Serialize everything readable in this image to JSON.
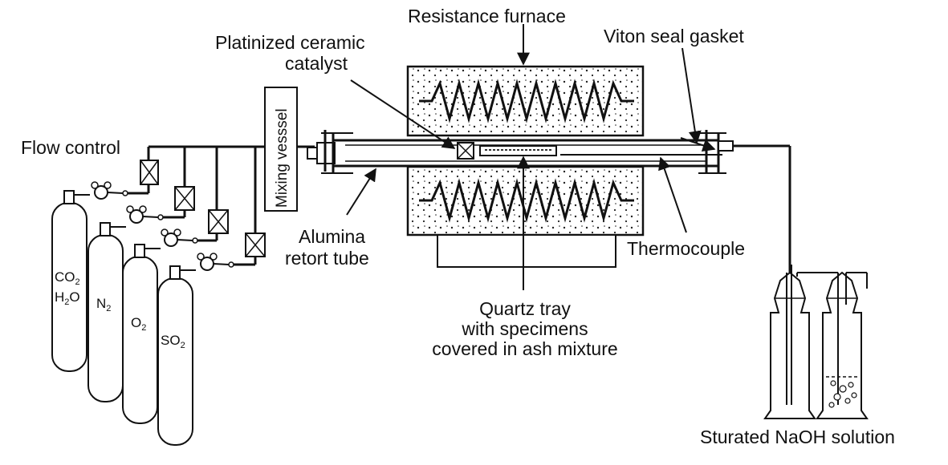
{
  "labels": {
    "resistance_furnace": "Resistance furnace",
    "platinized_line1": "Platinized ceramic",
    "platinized_line2": "catalyst",
    "viton_seal": "Viton seal gasket",
    "flow_control": "Flow control",
    "mixing_vessel": "Mixing vesssel",
    "alumina_line1": "Alumina",
    "alumina_line2": "retort tube",
    "thermocouple": "Thermocouple",
    "quartz_line1": "Quartz tray",
    "quartz_line2": "with specimens",
    "quartz_line3": "covered in ash mixture",
    "naoh": "Sturated NaOH solution"
  },
  "cylinders": {
    "c1_line1": "CO",
    "c1_sub1": "2",
    "c1_line2a": "H",
    "c1_sub2": "2",
    "c1_line2b": "O",
    "c2": "N",
    "c2_sub": "2",
    "c3": "O",
    "c3_sub": "2",
    "c4": "SO",
    "c4_sub": "2"
  }
}
